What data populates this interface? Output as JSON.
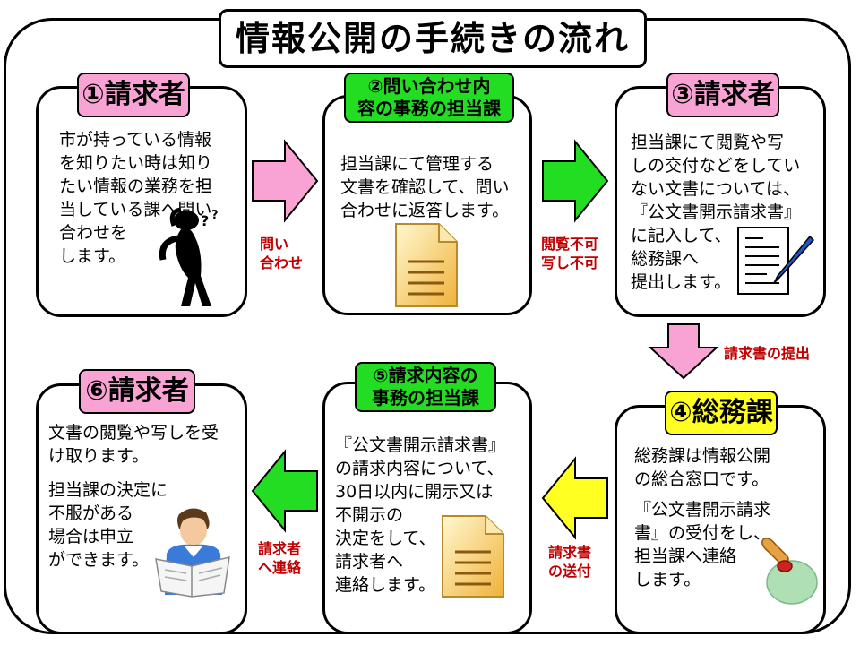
{
  "title": "情報公開の手続きの流れ",
  "steps": [
    {
      "label": "①請求者",
      "text": "市が持っている情報\nを知りたい時は知り\nたい情報の業務を担\n当している課へ問い\n合わせを\nします。"
    },
    {
      "label_line1": "②問い合わせ内",
      "label_line2": "容の事務の担当課",
      "text": "担当課にて管理する\n文書を確認して、問い\n合わせに返答します。"
    },
    {
      "label": "③請求者",
      "text": "担当課にて閲覧や写\nしの交付などをしてい\nない文書については、\n『公文書開示請求書』\nに記入して、\n総務課へ\n提出します。"
    },
    {
      "label": "④総務課",
      "text1": "総務課は情報公開\nの総合窓口です。",
      "text2": "『公文書開示請求\n書』の受付をし、\n担当課へ連絡\nします。"
    },
    {
      "label_line1": "⑤請求内容の",
      "label_line2": "事務の担当課",
      "text": "『公文書開示請求書』\nの請求内容について、\n30日以内に開示又は\n不開示の\n決定をして、\n請求者へ\n連絡します。"
    },
    {
      "label": "⑥請求者",
      "text1": "文書の閲覧や写しを受\nけ取ります。",
      "text2": "担当課の決定に\n不服がある\n場合は申立\nができます。"
    }
  ],
  "arrows": {
    "a1": {
      "caption": "問い\n合わせ",
      "color": "#f9a3d4"
    },
    "a2": {
      "caption": "閲覧不可\n写し不可",
      "color": "#22dd22"
    },
    "a3": {
      "caption": "請求書の提出",
      "color": "#f9a3d4"
    },
    "a4": {
      "caption": "請求書\nの送付",
      "color": "#ffff22"
    },
    "a5": {
      "caption": "請求者\nへ連絡",
      "color": "#22dd22"
    }
  },
  "icons": [
    "thinking-person-icon",
    "document-icon",
    "form-pen-icon",
    "stamp-icon",
    "document-icon",
    "reading-person-icon"
  ]
}
